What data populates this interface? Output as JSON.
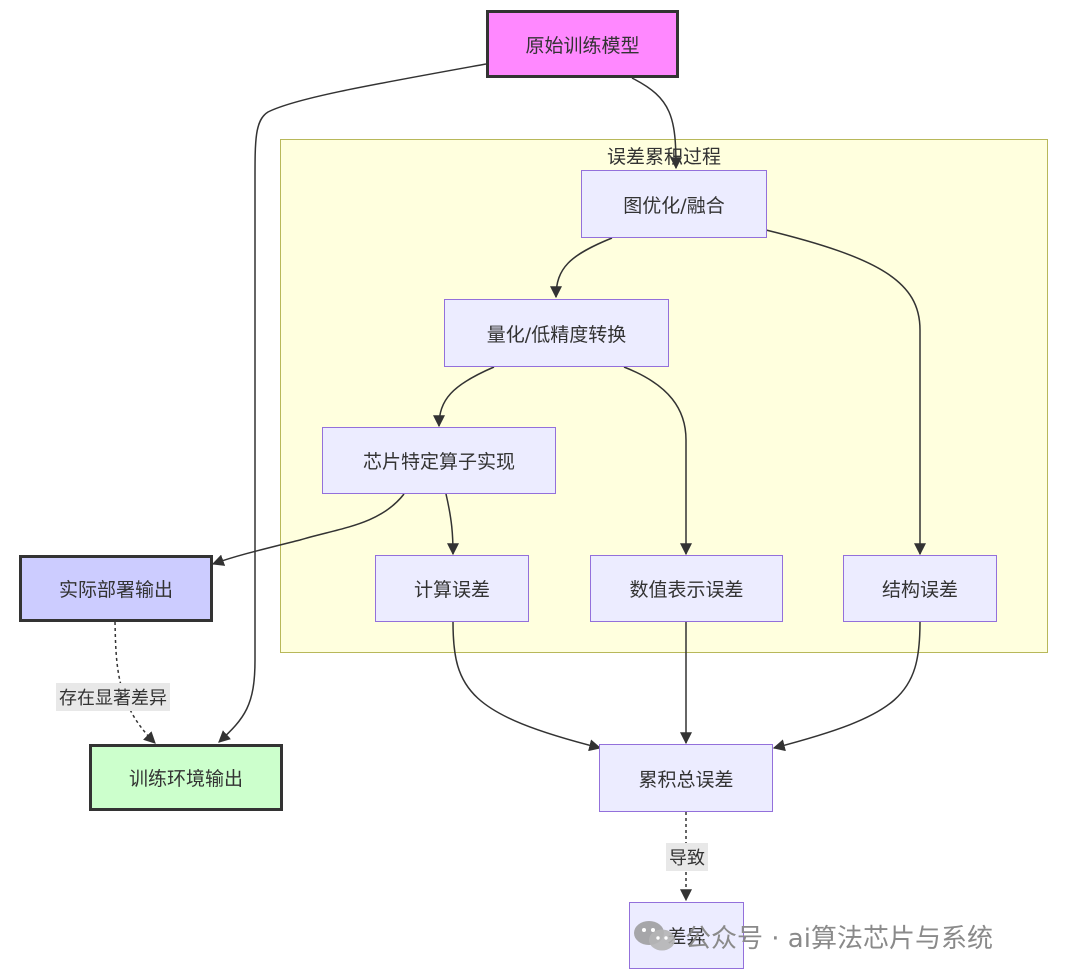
{
  "colors": {
    "default_fill": "#ececff",
    "default_stroke": "#9370db",
    "origin_fill": "#ff88ff",
    "deploy_fill": "#ccccff",
    "train_fill": "#ccffcc",
    "subgraph_fill": "#ffffde",
    "subgraph_stroke": "#b8b85a",
    "edge": "#333333"
  },
  "subgraph": {
    "title": "误差累积过程"
  },
  "nodes": {
    "origin": "原始训练模型",
    "graph_opt": "图优化/融合",
    "quant": "量化/低精度转换",
    "chip_op": "芯片特定算子实现",
    "calc_err": "计算误差",
    "num_err": "数值表示误差",
    "struct_err": "结构误差",
    "deploy_out": "实际部署输出",
    "train_out": "训练环境输出",
    "total_err": "累积总误差",
    "diff": "差异"
  },
  "edge_labels": {
    "significant_diff": "存在显著差异",
    "lead_to": "导致"
  },
  "edges": [
    {
      "from": "origin",
      "to": "graph_opt",
      "style": "solid"
    },
    {
      "from": "origin",
      "to": "train_out",
      "style": "solid"
    },
    {
      "from": "graph_opt",
      "to": "quant",
      "style": "solid"
    },
    {
      "from": "graph_opt",
      "to": "struct_err",
      "style": "solid"
    },
    {
      "from": "quant",
      "to": "chip_op",
      "style": "solid"
    },
    {
      "from": "quant",
      "to": "num_err",
      "style": "solid"
    },
    {
      "from": "chip_op",
      "to": "calc_err",
      "style": "solid"
    },
    {
      "from": "chip_op",
      "to": "deploy_out",
      "style": "solid"
    },
    {
      "from": "deploy_out",
      "to": "train_out",
      "style": "dotted",
      "label": "存在显著差异"
    },
    {
      "from": "calc_err",
      "to": "total_err",
      "style": "solid"
    },
    {
      "from": "num_err",
      "to": "total_err",
      "style": "solid"
    },
    {
      "from": "struct_err",
      "to": "total_err",
      "style": "solid"
    },
    {
      "from": "total_err",
      "to": "diff",
      "style": "dotted",
      "label": "导致"
    }
  ],
  "watermark": {
    "icon": "wechat-icon",
    "text": "公众号 · ai算法芯片与系统"
  }
}
